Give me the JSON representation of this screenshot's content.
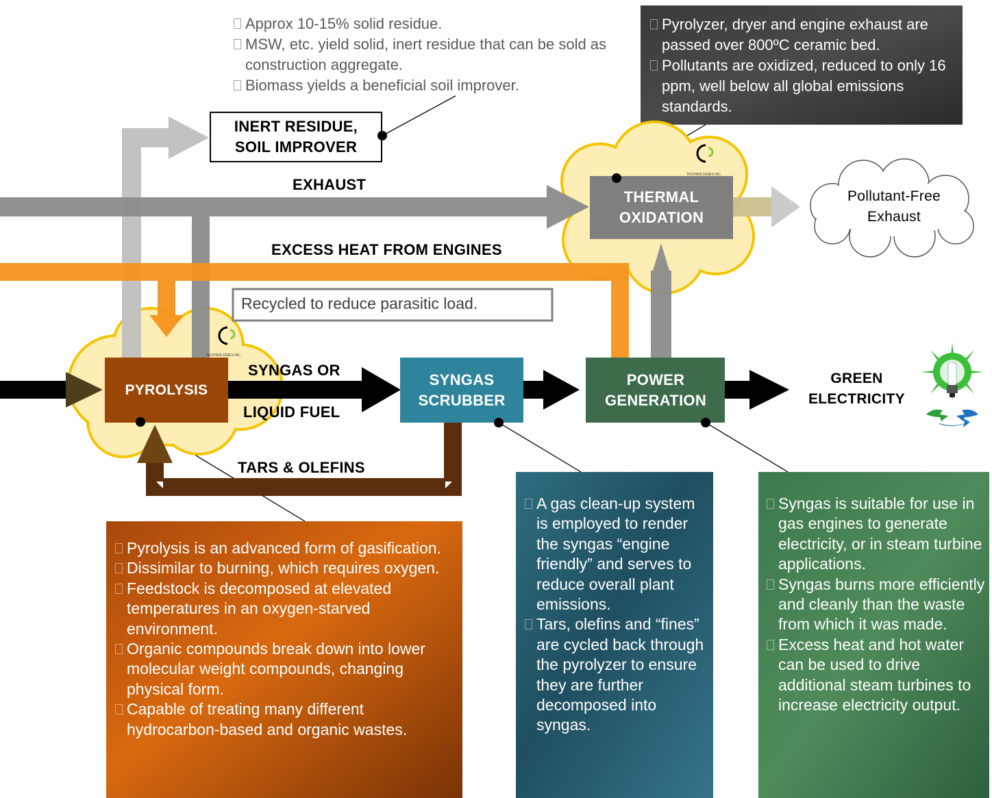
{
  "top_note": {
    "bullets": [
      "Approx 10-15% solid residue.",
      "MSW, etc. yield solid, inert residue that can be sold as construction aggregate.",
      "Biomass yields a beneficial soil improver."
    ]
  },
  "thermal_note": {
    "bullets": [
      "Pyrolyzer, dryer and engine exhaust are passed over 800ºC ceramic bed.",
      "Pollutants are oxidized, reduced to only 16 ppm, well below all global emissions standards."
    ]
  },
  "boxes": {
    "inert_residue": "INERT RESIDUE, SOIL IMPROVER",
    "thermal_oxidation": "THERMAL OXIDATION",
    "pyrolysis": "PYROLYSIS",
    "syngas_scrubber": "SYNGAS SCRUBBER",
    "power_generation": "POWER GENERATION",
    "green_electricity": "GREEN ELECTRICITY"
  },
  "cloud_text": "Pollutant-Free Exhaust",
  "labels": {
    "exhaust": "EXHAUST",
    "excess_heat": "EXCESS HEAT FROM ENGINES",
    "syngas_or": "SYNGAS OR",
    "liquid_fuel": "LIQUID FUEL",
    "tars_olefins": "TARS & OLEFINS"
  },
  "recycled_note": "Recycled to reduce parasitic load.",
  "logo": {
    "mark": "C",
    "sub": "6",
    "company": "TECHNOLOGIES INC."
  },
  "pyrolysis_note": {
    "bullets": [
      "Pyrolysis is an advanced form of gasification.",
      "Dissimilar to burning, which requires oxygen.",
      "Feedstock is decomposed at elevated temperatures in an oxygen-starved environment.",
      "Organic compounds break down into lower molecular weight compounds, changing physical form.",
      "Capable of treating many different hydrocarbon-based and organic wastes."
    ]
  },
  "scrubber_note": {
    "bullets": [
      "A gas clean-up system is employed to render the syngas “engine friendly” and serves to reduce overall plant emissions.",
      "Tars, olefins and “fines” are cycled back through the pyrolyzer to ensure they are further decomposed into syngas."
    ]
  },
  "power_note": {
    "bullets": [
      "Syngas is suitable for use in gas engines to generate electricity, or in steam turbine applications.",
      "Syngas burns more efficiently and cleanly than the waste from which it was made.",
      "Excess heat and hot water can be used to drive additional steam turbines to increase electricity output."
    ]
  },
  "colors": {
    "pyrolysis": "#9a4607",
    "scrubber": "#2e849a",
    "power": "#3d6b4c",
    "thermal": "#7f7f7f",
    "heat": "#f7941d",
    "exhaust_arrow": "#8c8c8c",
    "residue_arrow": "#bfbfbf",
    "tars": "#5a2d0c",
    "cloud_fill": "#fdeeb6",
    "cloud_stroke": "#f5c400"
  }
}
